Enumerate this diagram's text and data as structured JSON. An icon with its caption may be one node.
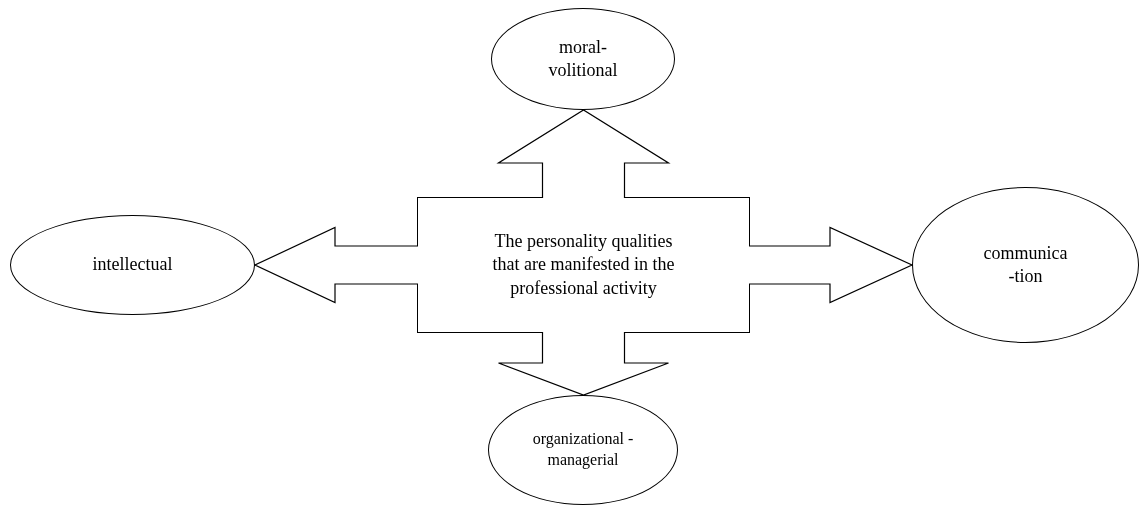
{
  "diagram": {
    "nodes": [
      {
        "text": [
          "moral- volitional"
        ]
      },
      {
        "text": [
          "intellectual"
        ]
      },
      {
        "text": [
          "The personality qualities that are manifested in the professional activity"
        ]
      },
      {
        "text": [
          "communica -tion"
        ]
      },
      {
        "text": [
          "organizational - managerial"
        ]
      }
    ],
    "edges": [
      {
        "from": 2,
        "to": 0,
        "arrow": "to",
        "style": "thick"
      },
      {
        "from": 2,
        "to": 1,
        "arrow": "to",
        "style": "thick"
      },
      {
        "from": 2,
        "to": 3,
        "arrow": "to",
        "style": "thick"
      },
      {
        "from": 2,
        "to": 4,
        "arrow": "to",
        "style": "thick"
      }
    ]
  }
}
